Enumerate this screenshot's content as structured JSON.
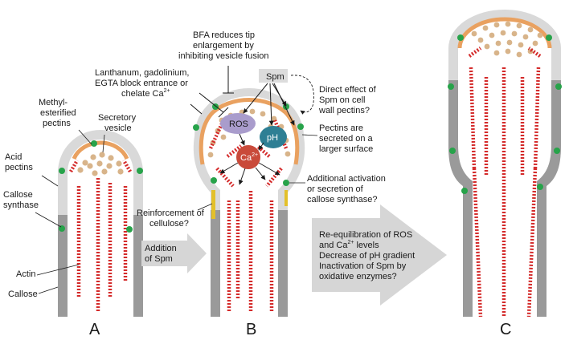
{
  "panels": {
    "a": "A",
    "b": "B",
    "c": "C"
  },
  "labels": {
    "acid_pectins": [
      "Acid",
      "pectins"
    ],
    "callose_synthase": [
      "Callose",
      "synthase"
    ],
    "actin": "Actin",
    "callose": "Callose",
    "methyl_pectins": [
      "Methyl-",
      "esterified",
      "pectins"
    ],
    "secretory_vesicle": [
      "Secretory",
      "vesicle"
    ],
    "lanthanum": [
      "Lanthanum, gadolinium,",
      "EGTA block entrance or",
      "chelate Ca"
    ],
    "lanthanum_sup": "2+",
    "bfa": [
      "BFA reduces tip",
      "enlargement by",
      "inhibiting vesicle fusion"
    ],
    "spm": "Spm",
    "direct_effect": [
      "Direct effect of",
      "Spm on cell",
      "wall pectins?"
    ],
    "pectins_secreted": [
      "Pectins are",
      "secreted on a",
      "larger surface"
    ],
    "additional_activation": [
      "Additional activation",
      "or secretion of",
      "callose synthase?"
    ],
    "reinforcement": [
      "Reinforcement of",
      "cellulose?"
    ],
    "ros": "ROS",
    "ph": "pH",
    "ca": "Ca",
    "ca_sup": "2+",
    "addition_spm": [
      "Addition",
      "of Spm"
    ],
    "reequil": [
      "Re-equilibration of ROS",
      "and Ca",
      "levels",
      "Decrease of pH gradient",
      "Inactivation of Spm by",
      "oxidative enzymes?"
    ],
    "reequil_sup": "2+"
  },
  "colors": {
    "wall_light": "#d9d9d9",
    "wall_dark": "#9a9a9a",
    "pectin_orange": "#e9a160",
    "vesicle": "#d8b48a",
    "actin_red": "#d42a2a",
    "green": "#27a34a",
    "ros": "#a99ccc",
    "ph": "#2e7f94",
    "ca": "#c94a3a",
    "arrow_grey": "#d6d6d6",
    "yellow": "#e3c02a"
  }
}
